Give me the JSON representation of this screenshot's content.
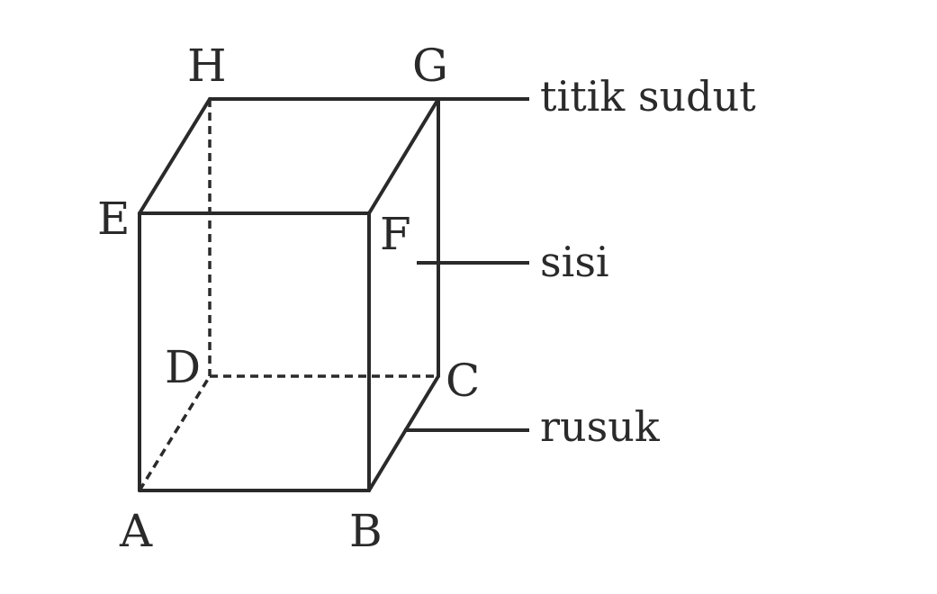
{
  "diagram": {
    "vertices": [
      "A",
      "B",
      "C",
      "D",
      "E",
      "F",
      "G",
      "H"
    ],
    "callouts": {
      "vertex": "titik sudut",
      "face": "sisi",
      "edge": "rusuk"
    }
  }
}
